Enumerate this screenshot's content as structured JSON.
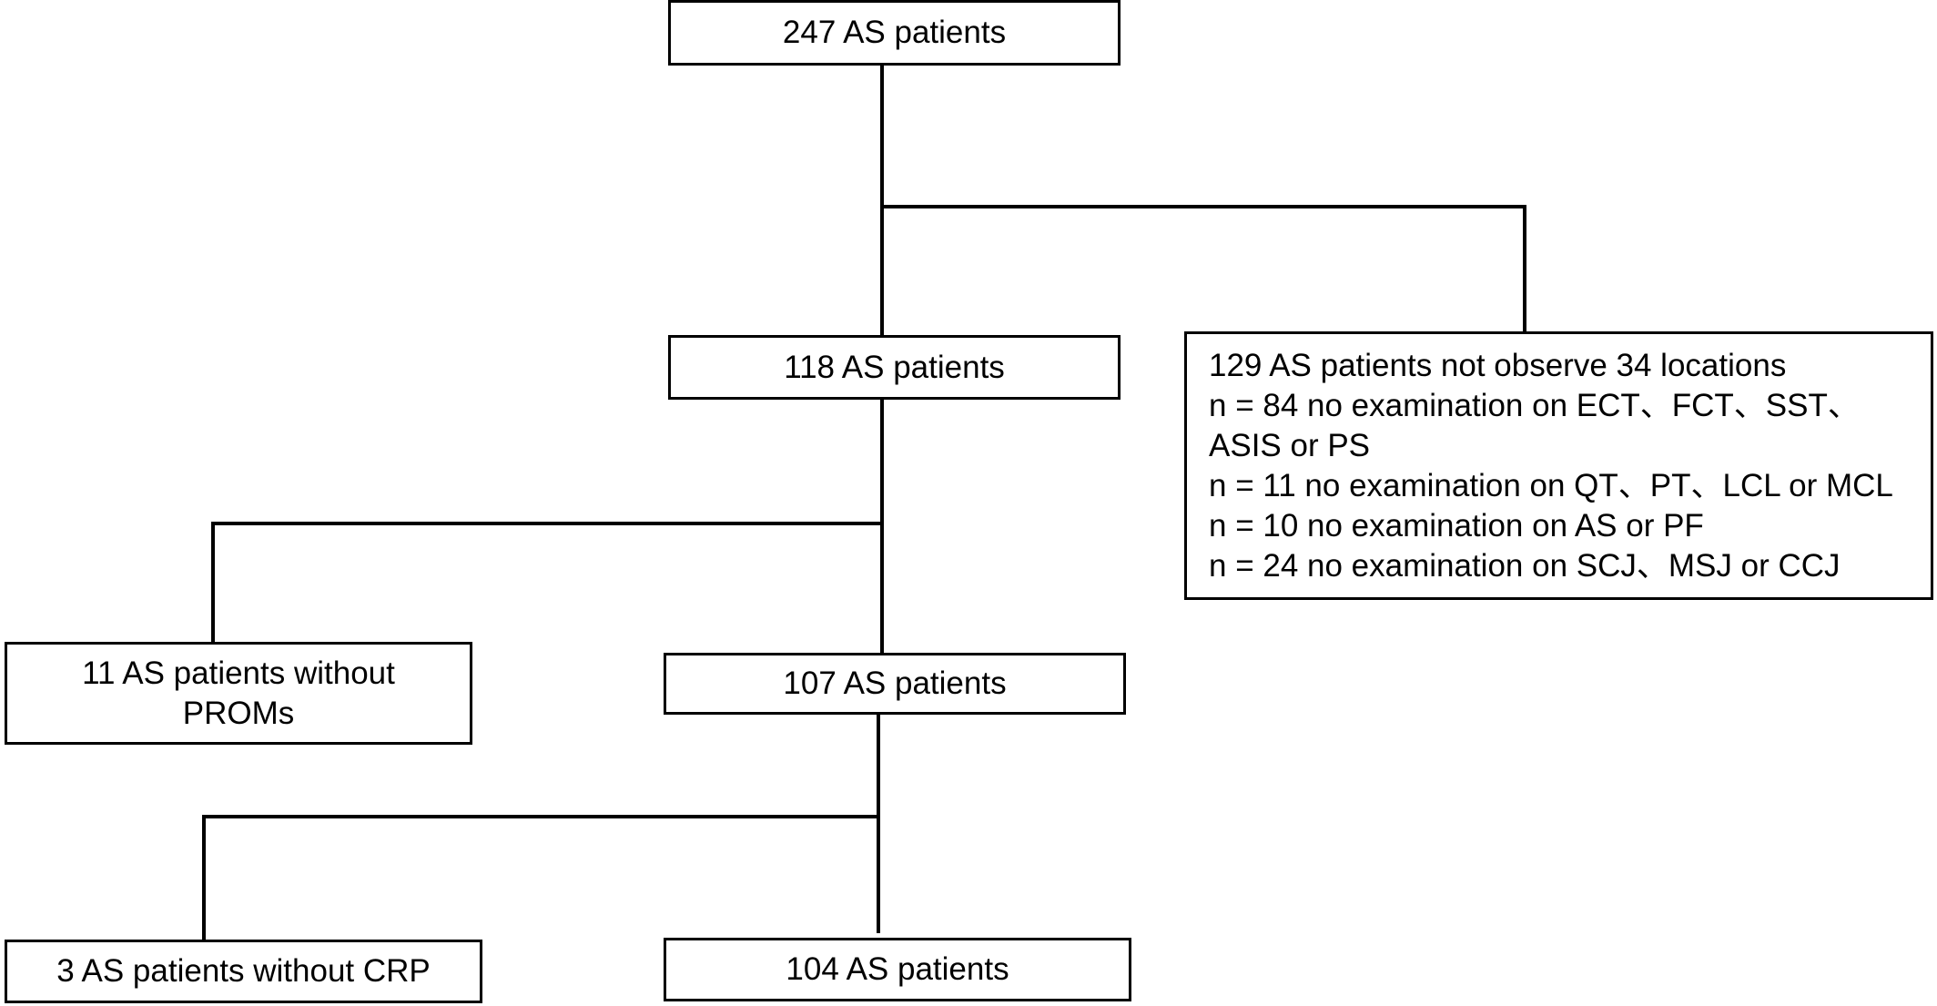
{
  "nodes": {
    "start": {
      "lines": [
        "247 AS patients"
      ]
    },
    "step1": {
      "lines": [
        "118 AS patients"
      ]
    },
    "excluded1": {
      "lines": [
        "129 AS patients not observe 34 locations",
        "n = 84 no examination on ECT、FCT、SST、",
        "ASIS or PS",
        "n = 11 no examination on QT、PT、LCL or MCL",
        "n = 10 no examination on AS or PF",
        "n = 24 no examination on SCJ、MSJ or CCJ"
      ]
    },
    "excluded2": {
      "lines": [
        "11 AS patients without",
        "PROMs"
      ]
    },
    "step2": {
      "lines": [
        "107 AS patients"
      ]
    },
    "excluded3": {
      "lines": [
        "3 AS patients without CRP"
      ]
    },
    "final": {
      "lines": [
        "104 AS patients"
      ]
    }
  }
}
